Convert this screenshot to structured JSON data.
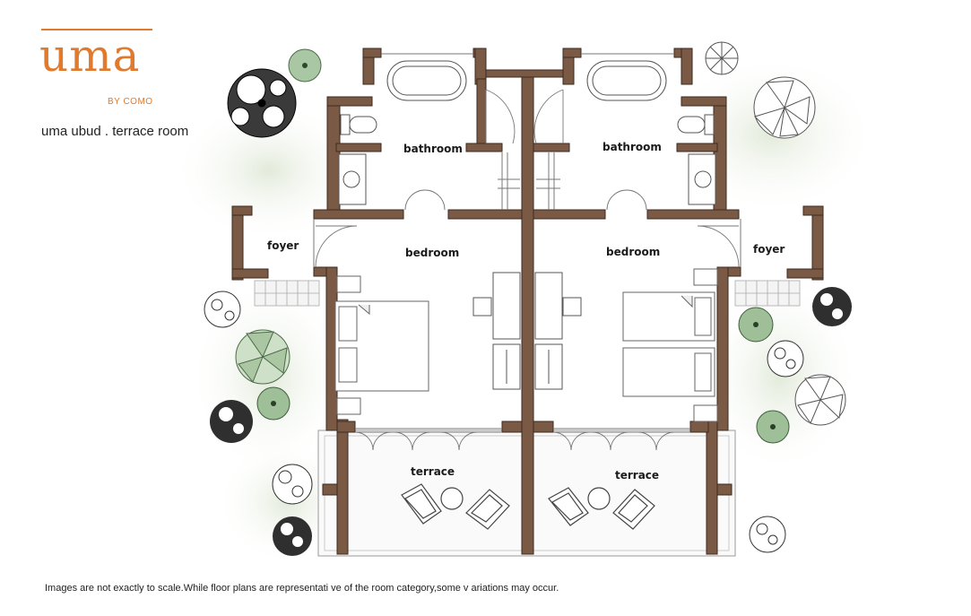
{
  "brand": {
    "wordmark": "uma",
    "sub": "BY COMO",
    "color": "#e07a2e"
  },
  "plan_title": "uma ubud . terrace room",
  "rooms": {
    "bathroom_left": "bathroom",
    "bathroom_right": "bathroom",
    "bedroom_left": "bedroom",
    "bedroom_right": "bedroom",
    "foyer_left": "foyer",
    "foyer_right": "foyer",
    "terrace_left": "terrace",
    "terrace_right": "terrace"
  },
  "disclaimer": "Images are not exactly to scale.While floor plans are representati ve of the room category,some v ariations may occur.",
  "colors": {
    "wall": "#7a5a45",
    "foliage_green": "#8fb08a",
    "line": "#555555"
  }
}
